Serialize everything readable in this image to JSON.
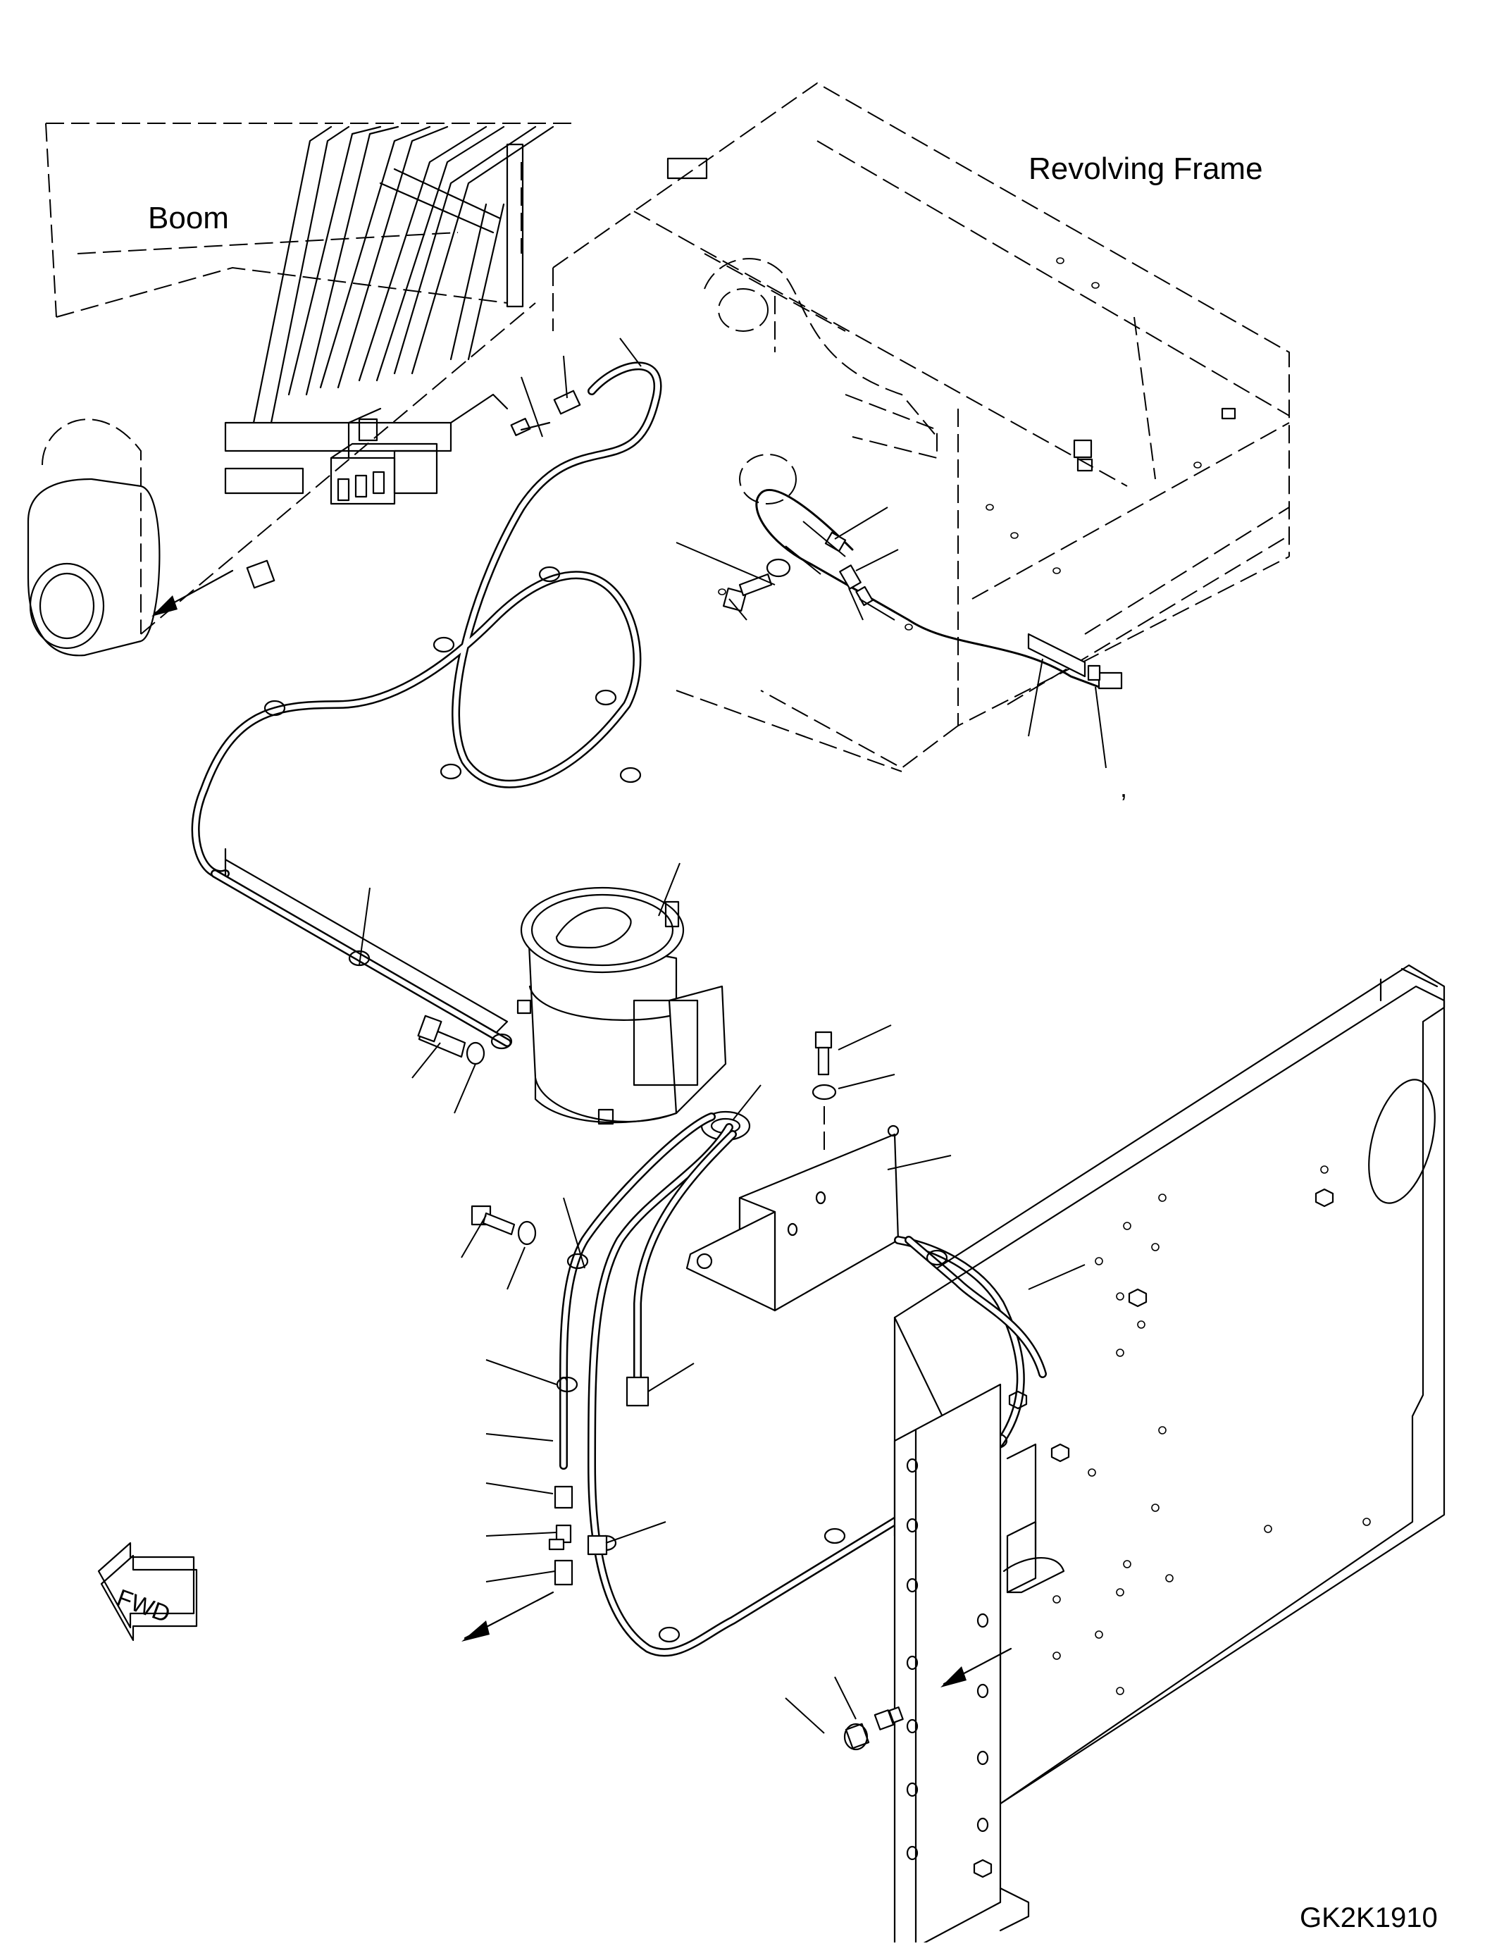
{
  "drawing": {
    "label_boom": "Boom",
    "label_revolving_frame": "Revolving Frame",
    "drawing_code": "GK2K1910",
    "fwd_label": "FWD",
    "stray_mark": ","
  }
}
